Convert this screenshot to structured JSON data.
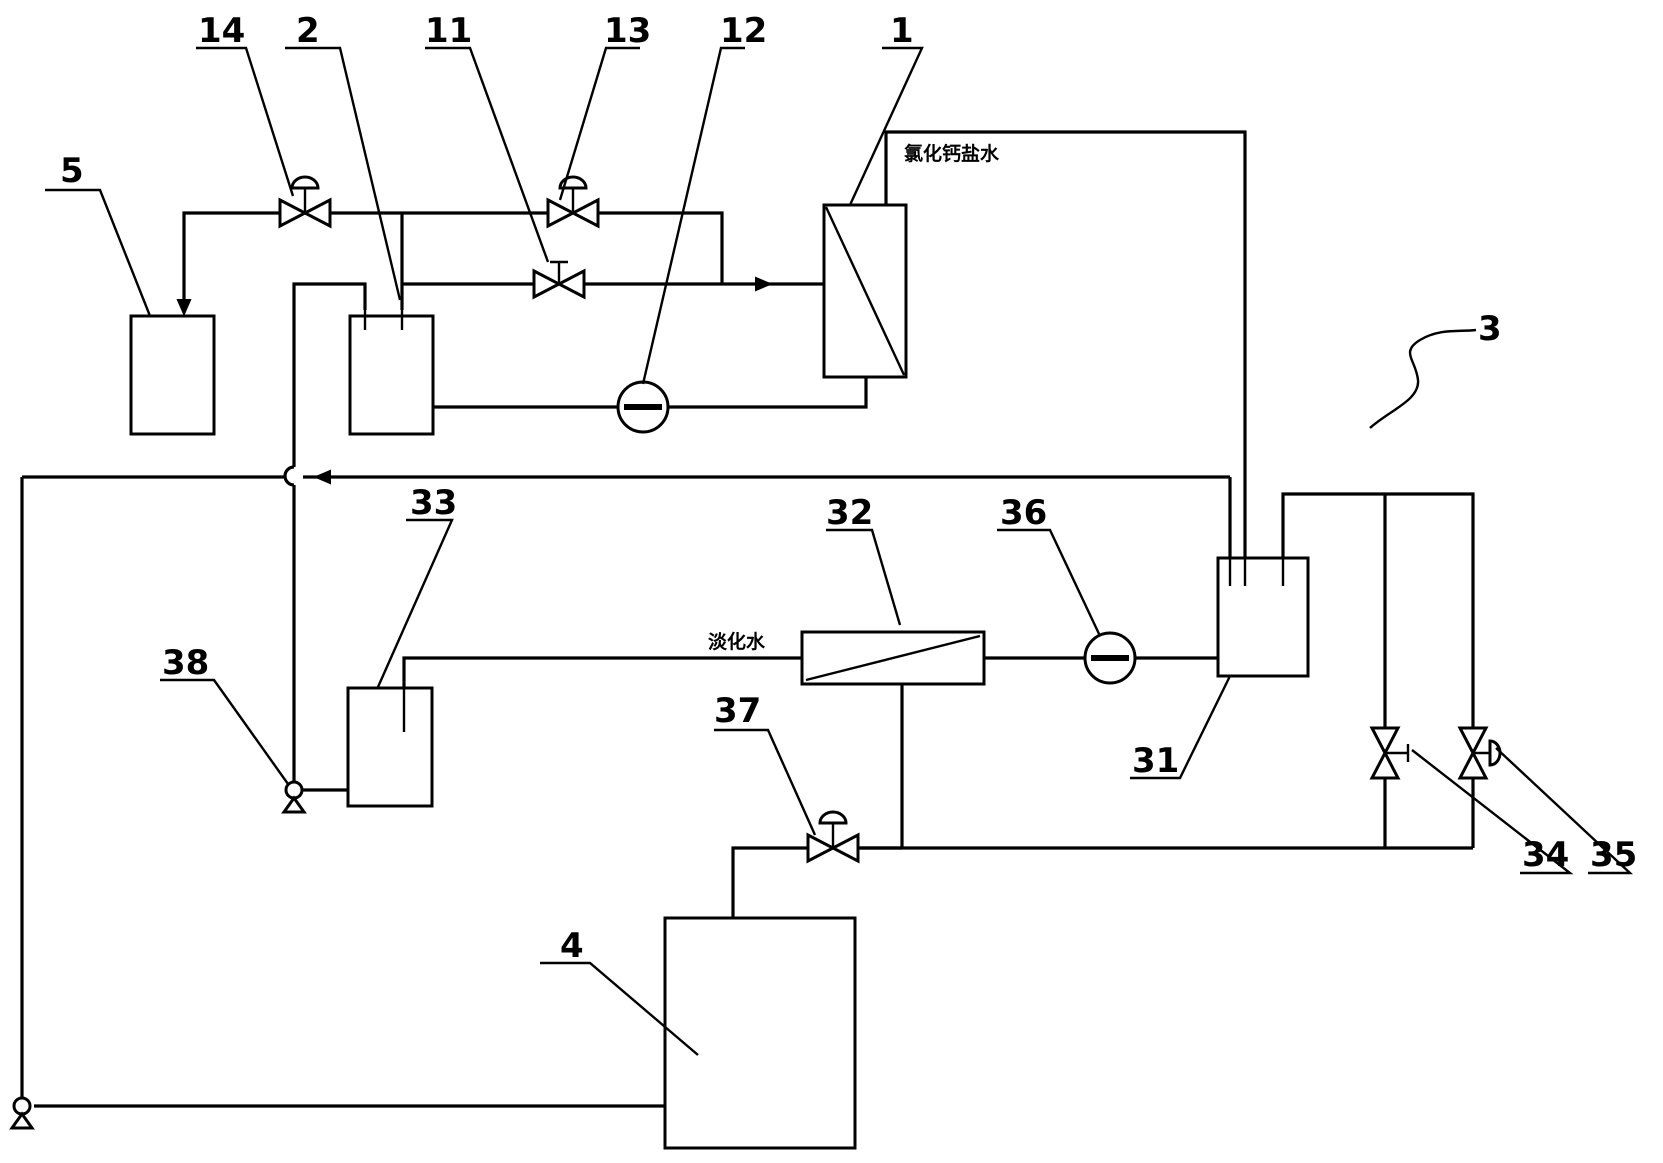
{
  "diagram": {
    "labels": {
      "l1": "1",
      "l2": "2",
      "l3": "3",
      "l4": "4",
      "l5": "5",
      "l11": "11",
      "l12": "12",
      "l13": "13",
      "l14": "14",
      "l31": "31",
      "l32": "32",
      "l33": "33",
      "l34": "34",
      "l35": "35",
      "l36": "36",
      "l37": "37",
      "l38": "38"
    },
    "annotations": {
      "brine_outlet": "氯化钙盐水",
      "desalted_water": "淡化水"
    }
  }
}
